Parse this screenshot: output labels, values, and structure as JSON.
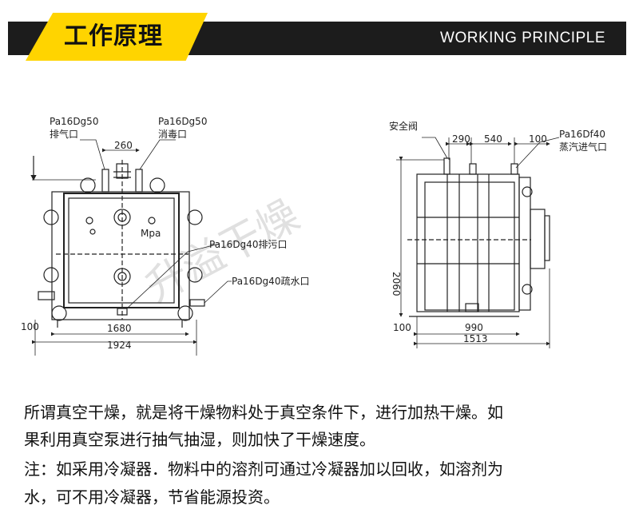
{
  "header": {
    "title": "工作原理",
    "subtitle": "WORKING PRINCIPLE",
    "colors": {
      "band": "#1c1c1c",
      "accent": "#ffd400"
    }
  },
  "left_drawing": {
    "label_exhaust_spec": "Pa16Dg50",
    "label_exhaust": "排气口",
    "label_disinfect_spec": "Pa16Dg50",
    "label_disinfect": "消毒口",
    "dim_top": "260",
    "label_gauge": "Mpa",
    "label_sewage": "Pa16Dg40排污口",
    "label_drain": "Pa16Dg40疏水口",
    "dim_left": "100",
    "dim_inner": "1680",
    "dim_outer": "1924"
  },
  "right_drawing": {
    "label_safety_valve": "安全阀",
    "dim_a": "290",
    "dim_b": "540",
    "dim_c": "100",
    "label_steam_spec": "Pa16Df40",
    "label_steam": "蒸汽进气口",
    "dim_height": "2060",
    "dim_left": "100",
    "dim_inner": "990",
    "dim_outer": "1513"
  },
  "watermark": "升溢干燥",
  "paragraphs": {
    "p1_line1": "所谓真空干燥，就是将干燥物料处于真空条件下，进行加热干燥。如",
    "p1_line2": "果利用真空泵进行抽气抽湿，则加快了干燥速度。",
    "p2_line1": "注：如采用冷凝器．物料中的溶剂可通过冷凝器加以回收，如溶剂为",
    "p2_line2": "水，可不用冷凝器，节省能源投资。"
  }
}
